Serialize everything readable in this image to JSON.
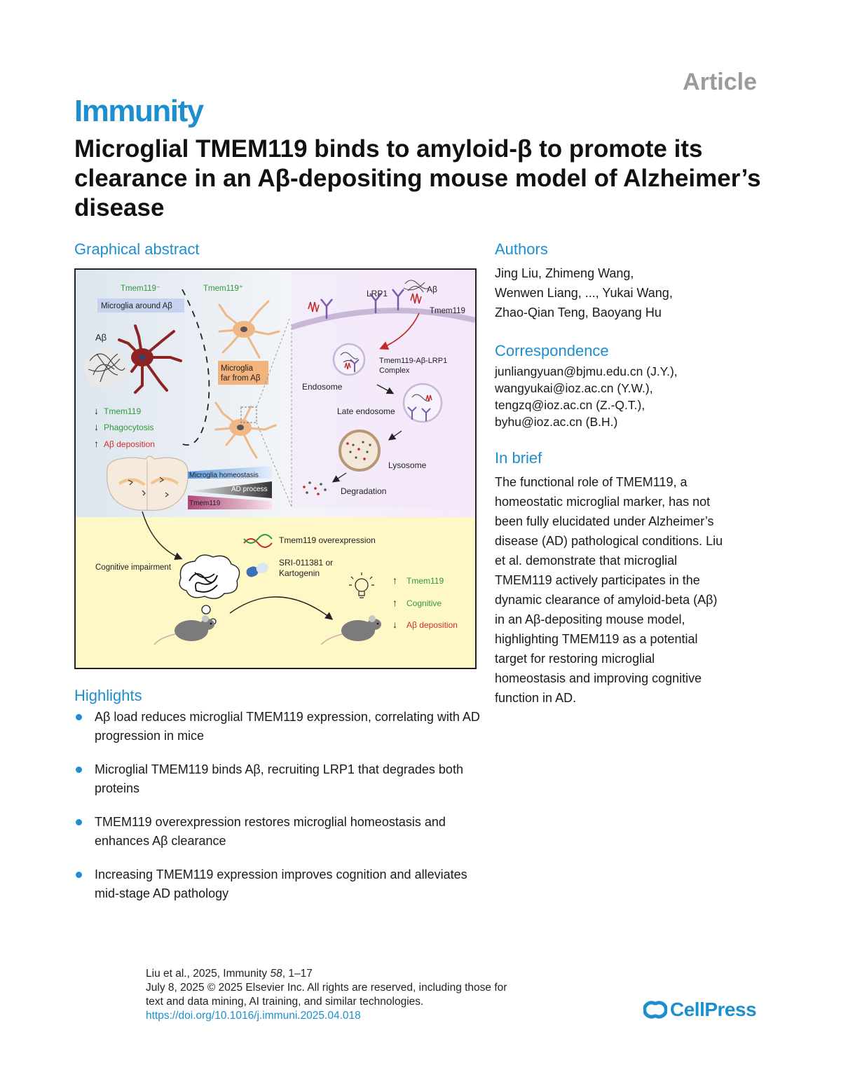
{
  "header": {
    "article_type": "Article",
    "journal": "Immunity",
    "title": "Microglial TMEM119 binds to amyloid-β to promote its clearance in an Aβ-depositing mouse model of Alzheimer’s disease"
  },
  "sections": {
    "graphical_abstract": "Graphical abstract",
    "authors": "Authors",
    "correspondence": "Correspondence",
    "in_brief": "In brief",
    "highlights": "Highlights"
  },
  "authors": {
    "line1": "Jing Liu, Zhimeng Wang,",
    "line2": "Wenwen Liang, ..., Yukai Wang,",
    "line3": "Zhao-Qian Teng, Baoyang Hu"
  },
  "correspondence": [
    "junliangyuan@bjmu.edu.cn (J.Y.),",
    "wangyukai@ioz.ac.cn (Y.W.),",
    "tengzq@ioz.ac.cn (Z.-Q.T.),",
    "byhu@ioz.ac.cn (B.H.)"
  ],
  "in_brief": [
    "The functional role of TMEM119, a",
    "homeostatic microglial marker, has not",
    "been fully elucidated under Alzheimer’s",
    "disease (AD) pathological conditions. Liu",
    "et al. demonstrate that microglial",
    "TMEM119 actively participates in the",
    "dynamic clearance of amyloid-beta (Aβ)",
    "in an Aβ-depositing mouse model,",
    "highlighting TMEM119 as a potential",
    "target for restoring microglial",
    "homeostasis and improving cognitive",
    "function in AD."
  ],
  "highlights": [
    "Aβ load reduces microglial TMEM119 expression, correlating with AD progression in mice",
    "Microglial TMEM119 binds Aβ, recruiting LRP1 that degrades both proteins",
    "TMEM119 overexpression restores microglial homeostasis and enhances Aβ clearance",
    "Increasing TMEM119 expression improves cognition and alleviates mid-stage AD pathology"
  ],
  "footer": {
    "citation_prefix": "Liu et al., 2025, Immunity ",
    "citation_volume": "58",
    "citation_pages": ", 1–17",
    "rights_line1": "July 8, 2025 © 2025 Elsevier Inc. All rights are reserved, including those for",
    "rights_line2": "text and data mining, AI training, and similar technologies.",
    "doi": "https://doi.org/10.1016/j.immuni.2025.04.018",
    "publisher_logo": "CellPress"
  },
  "graphical_abstract_labels": {
    "tmem_neg": "Tmem119⁻",
    "tmem_pos": "Tmem119⁺",
    "microglia_around": "Microglia around Aβ",
    "abeta": "Aβ",
    "microglia_far_1": "Microglia",
    "microglia_far_2": "far from Aβ",
    "down_tmem119": "Tmem119",
    "down_phago": "Phagocytosis",
    "up_abeta": "Aβ deposition",
    "homeostasis": "Microglia homeostasis",
    "ad_process": "AD process",
    "tmem119_bar": "Tmem119",
    "lrp1": "LRP1",
    "abeta2": "Aβ",
    "tmem119_mem": "Tmem119",
    "complex_1": "Tmem119-Aβ-LRP1",
    "complex_2": "Complex",
    "endosome": "Endosome",
    "late_endosome": "Late endosome",
    "lysosome": "Lysosome",
    "degradation": "Degradation",
    "overexpression": "Tmem119 overexpression",
    "drug_1": "SRI-011381 or",
    "drug_2": "Kartogenin",
    "cognitive_impairment": "Cognitive impairment",
    "up_tmem119": "Tmem119",
    "up_cognitive": "Cognitive",
    "down_abeta": "Aβ deposition"
  },
  "colors": {
    "accent_blue": "#1d8fcf",
    "green_label": "#2f9a3a",
    "red_label": "#d0312d",
    "microglia_dark": "#8e2323",
    "microglia_light": "#f0b785",
    "bottom_panel": "#fdf8c6"
  }
}
